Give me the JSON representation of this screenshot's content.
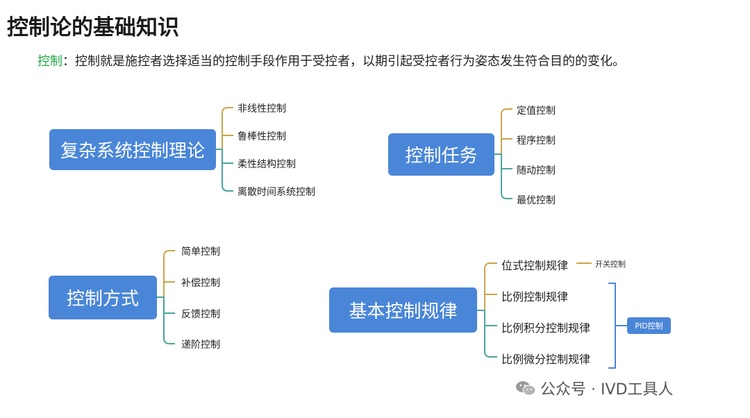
{
  "title": "控制论的基础知识",
  "definition": {
    "term": "控制",
    "text": "：控制就是施控者选择适当的控制手段作用于受控者，以期引起受控者行为姿态发生符合目的的变化。"
  },
  "groups": {
    "complex": {
      "label": "复杂系统控制理论",
      "items": [
        "非线性控制",
        "鲁棒性控制",
        "柔性结构控制",
        "离散时间系统控制"
      ]
    },
    "task": {
      "label": "控制任务",
      "items": [
        "定值控制",
        "程序控制",
        "随动控制",
        "最优控制"
      ]
    },
    "method": {
      "label": "控制方式",
      "items": [
        "简单控制",
        "补偿控制",
        "反馈控制",
        "递阶控制"
      ]
    },
    "law": {
      "label": "基本控制规律",
      "items": [
        "位式控制规律",
        "比例控制规律",
        "比例积分控制规律",
        "比例微分控制规律"
      ],
      "note": "开关控制",
      "pid": "PID控制"
    }
  },
  "watermark": "公众号 · IVD工具人",
  "colors": {
    "box": "#4a86d8",
    "term": "#22aa44",
    "branch_gold": "#c9a54a",
    "branch_teal": "#4aa59a"
  }
}
